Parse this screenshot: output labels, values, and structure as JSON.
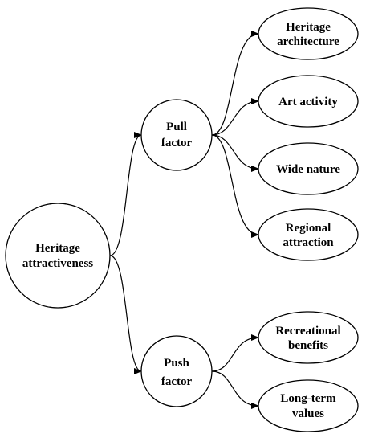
{
  "colors": {
    "stroke": "#000000",
    "background": "#ffffff",
    "text": "#000000"
  },
  "nodes": {
    "root": {
      "line1": "Heritage",
      "line2": "attractiveness"
    },
    "pull": {
      "line1": "Pull",
      "line2": "factor"
    },
    "push": {
      "line1": "Push",
      "line2": "factor"
    },
    "heritage_architecture": {
      "line1": "Heritage",
      "line2": "architecture"
    },
    "art_activity": {
      "line1": "Art activity"
    },
    "wide_nature": {
      "line1": "Wide nature"
    },
    "regional_attraction": {
      "line1": "Regional",
      "line2": "attraction"
    },
    "recreational_benefits": {
      "line1": "Recreational",
      "line2": "benefits"
    },
    "long_term_values": {
      "line1": "Long-term",
      "line2": "values"
    }
  }
}
